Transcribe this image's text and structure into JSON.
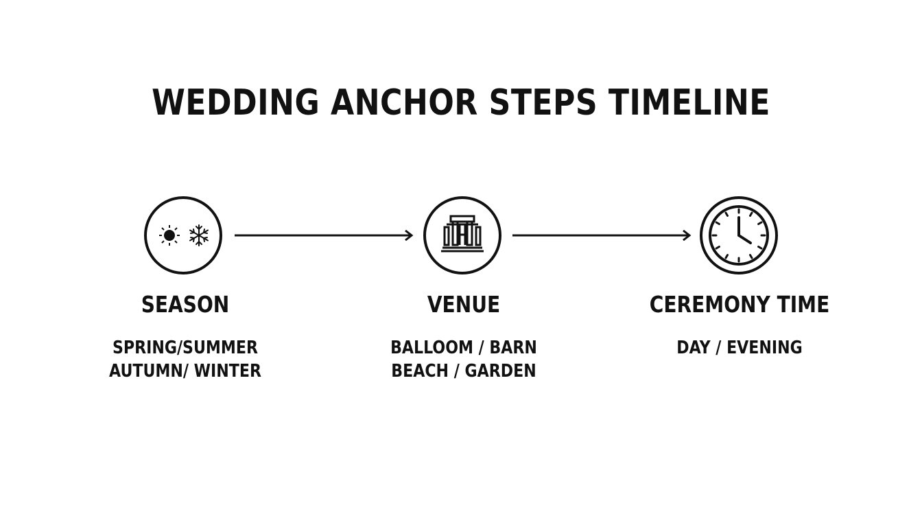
{
  "title": "WEDDING ANCHOR STEPS TIMELINE",
  "steps": [
    {
      "label": "SEASON",
      "lines": [
        "SPRING/SUMMER",
        "AUTUMN/ WINTER"
      ],
      "icon": "sun-snowflake-icon"
    },
    {
      "label": "VENUE",
      "lines": [
        "BALLOOM / BARN",
        "BEACH / GARDEN"
      ],
      "icon": "building-icon"
    },
    {
      "label": "CEREMONY TIME",
      "lines": [
        "DAY / EVENING"
      ],
      "icon": "clock-icon"
    }
  ],
  "colors": {
    "ink": "#111111",
    "background": "#ffffff"
  }
}
